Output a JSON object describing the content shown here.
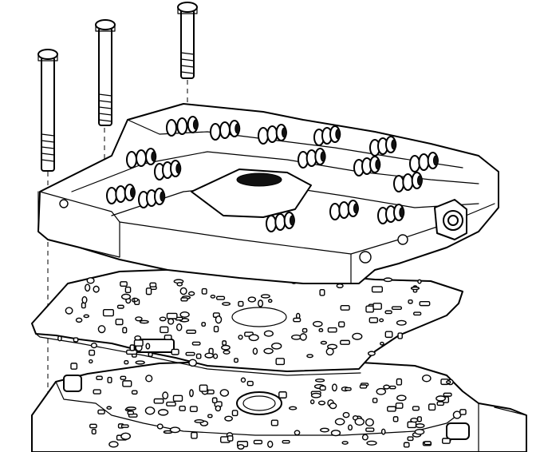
{
  "figure": {
    "components": [
      {
        "name": "bolt",
        "count": 3
      },
      {
        "name": "valve-body",
        "count": 1
      },
      {
        "name": "spacer-plate-gasket",
        "count": 1
      },
      {
        "name": "transmission-case-mating-surface",
        "count": 1
      }
    ],
    "alignment_guides": 2,
    "colors": {
      "line": "#000000",
      "background": "#ffffff"
    }
  }
}
